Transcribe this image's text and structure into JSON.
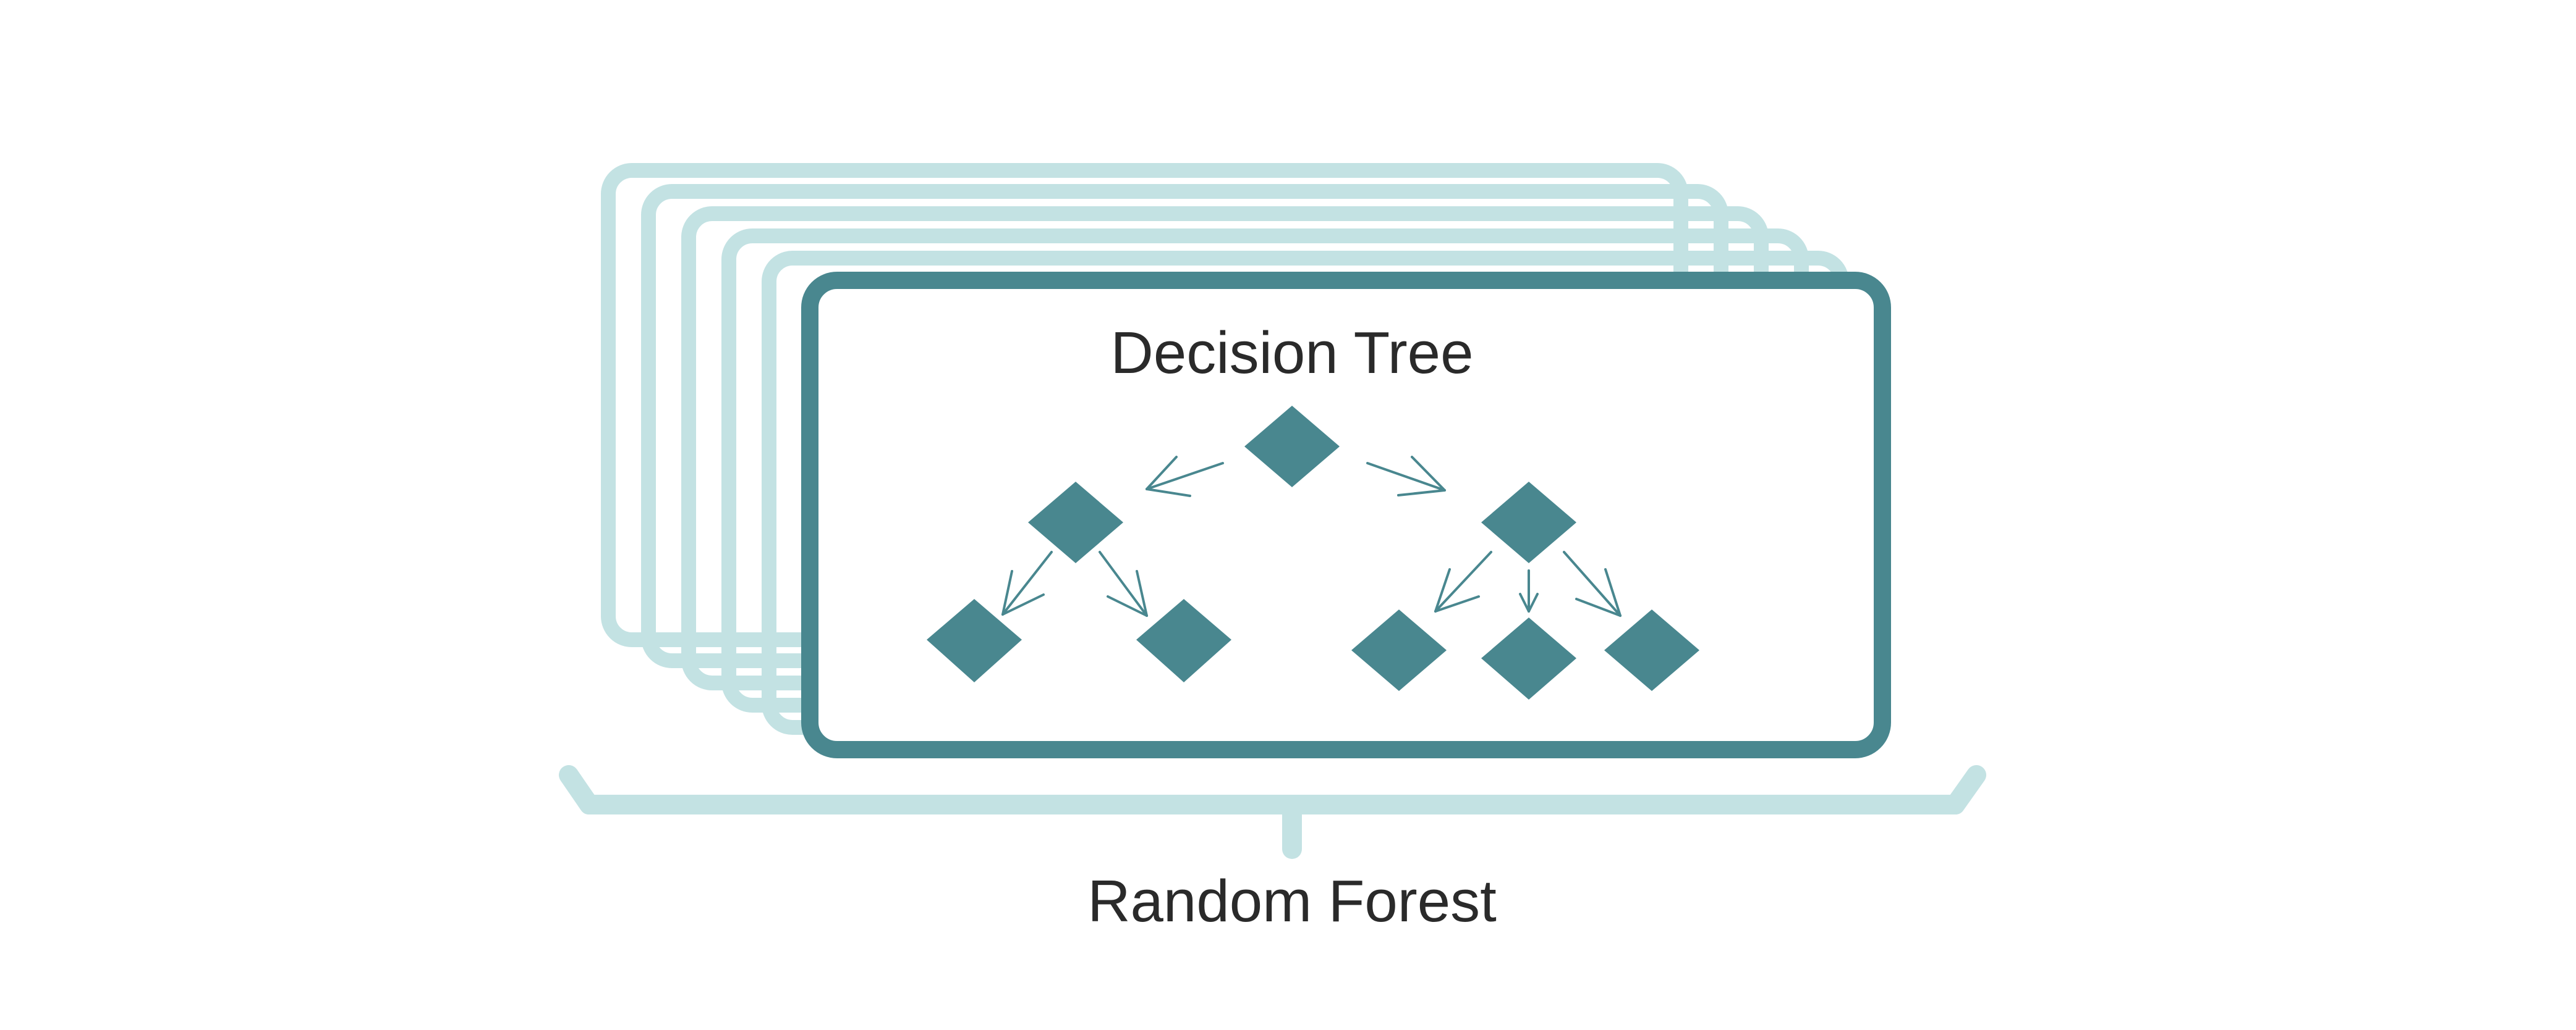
{
  "diagram": {
    "tree_title": "Decision Tree",
    "forest_label": "Random Forest",
    "colors": {
      "back_frames": "#c3e2e3",
      "front_frame": "#49878f",
      "nodes": "#49878f",
      "arrows": "#49878f",
      "text": "#2a2a2a"
    },
    "icons": {
      "frames": "stacked-tree-frames",
      "node": "diamond",
      "edge": "arrow",
      "grouping": "bracket"
    }
  }
}
